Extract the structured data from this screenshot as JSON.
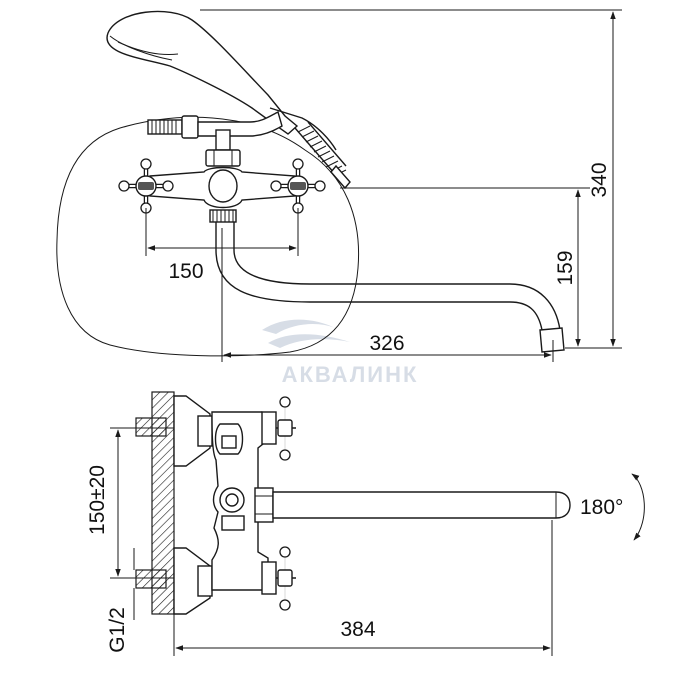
{
  "dimensions": {
    "handle_spacing": "150",
    "spout_length_top": "326",
    "spout_height": "159",
    "total_height": "340",
    "mount_spacing": "150±20",
    "thread": "G1/2",
    "spout_length_side": "384",
    "rotation": "180°"
  },
  "watermark": {
    "text": "АКВАЛИНК"
  },
  "colors": {
    "line": "#1a1a1a",
    "background": "#ffffff",
    "watermark": "#d7dde6"
  }
}
